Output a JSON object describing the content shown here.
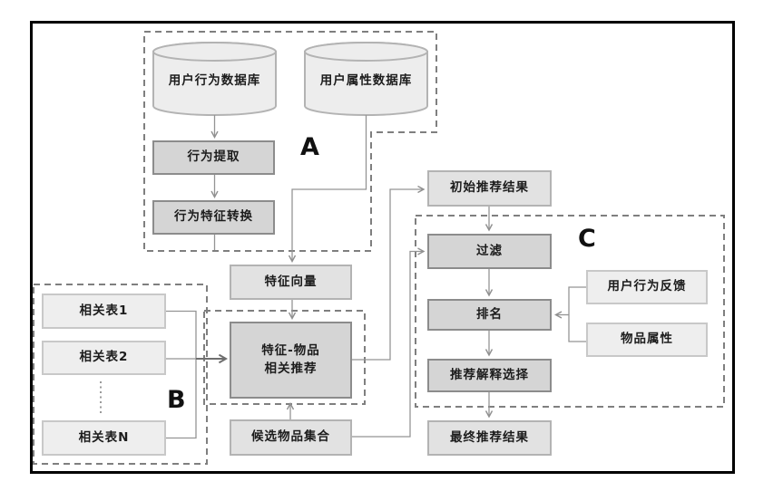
{
  "groups": {
    "a": {
      "label": "A"
    },
    "b": {
      "label": "B"
    },
    "c": {
      "label": "C"
    }
  },
  "nodes": {
    "user_behavior_db": "用户行为数据库",
    "user_attribute_db": "用户属性数据库",
    "behavior_extraction": "行为提取",
    "behavior_feature_conversion": "行为特征转换",
    "feature_vector": "特征向量",
    "related_table_1": "相关表1",
    "related_table_2": "相关表2",
    "related_table_n": "相关表N",
    "feature_item_line1": "特征-物品",
    "feature_item_line2": "相关推荐",
    "candidate_item_set": "候选物品集合",
    "initial_recommendation_result": "初始推荐结果",
    "filter": "过滤",
    "ranking": "排名",
    "explanation_selection": "推荐解释选择",
    "final_recommendation_result": "最终推荐结果",
    "user_behavior_feedback": "用户行为反馈",
    "item_attributes": "物品属性"
  },
  "colors": {
    "process_box_fill": "#d5d5d5",
    "result_box_fill": "#e2e2e2",
    "input_box_fill": "#eeeeee",
    "connector": "#949494",
    "dashed_group": "#7f7f7f",
    "frame": "#000000"
  }
}
